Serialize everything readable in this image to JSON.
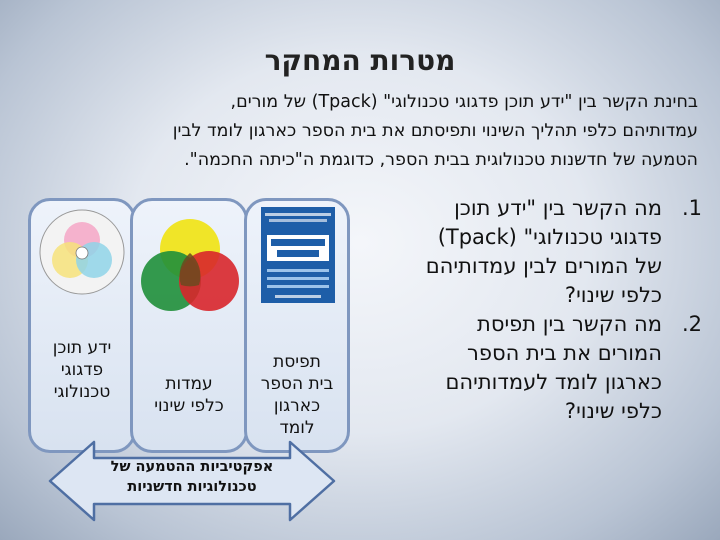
{
  "title": "מטרות המחקר",
  "intro": {
    "line1": "בחינת הקשר בין \"ידע תוכן פדגוגי טכנולוגי\" (Tpack) של מורים,",
    "line2": "עמדותיהם כלפי תהליך השינוי ותפיסתם את בית הספר כארגון לומד לבין",
    "line3": "הטמעה של חדשנות טכנולוגית בבית הספר, כדוגמת ה\"כיתה החכמה\"."
  },
  "questions": [
    {
      "number": "1.",
      "lines": [
        "מה הקשר בין \"ידע תוכן",
        "פדגוגי טכנולוגי\" (Tpack)",
        "של המורים לבין עמדותיהם",
        "כלפי שינוי?"
      ]
    },
    {
      "number": "2.",
      "lines": [
        "מה הקשר בין תפיסת",
        "המורים את בית הספר",
        "כארגון לומד לעמדותיהם",
        "כלפי שינוי?"
      ]
    }
  ],
  "panels": {
    "tpack": [
      "ידע תוכן",
      "פדגוגי",
      "טכנולוגי"
    ],
    "attitudes": [
      "עמדות",
      "כלפי שינוי"
    ],
    "learning_org": [
      "תפיסת",
      "בית הספר",
      "כארגון",
      "לומד"
    ]
  },
  "arrow": {
    "line1": "אפקטיביות ההטמעה של",
    "line2": "טכנולוגיות חדשניות"
  },
  "colors": {
    "panel_border": "#7f97bf",
    "arrow_fill": "#dde6f3",
    "arrow_stroke": "#4f6fa3"
  }
}
